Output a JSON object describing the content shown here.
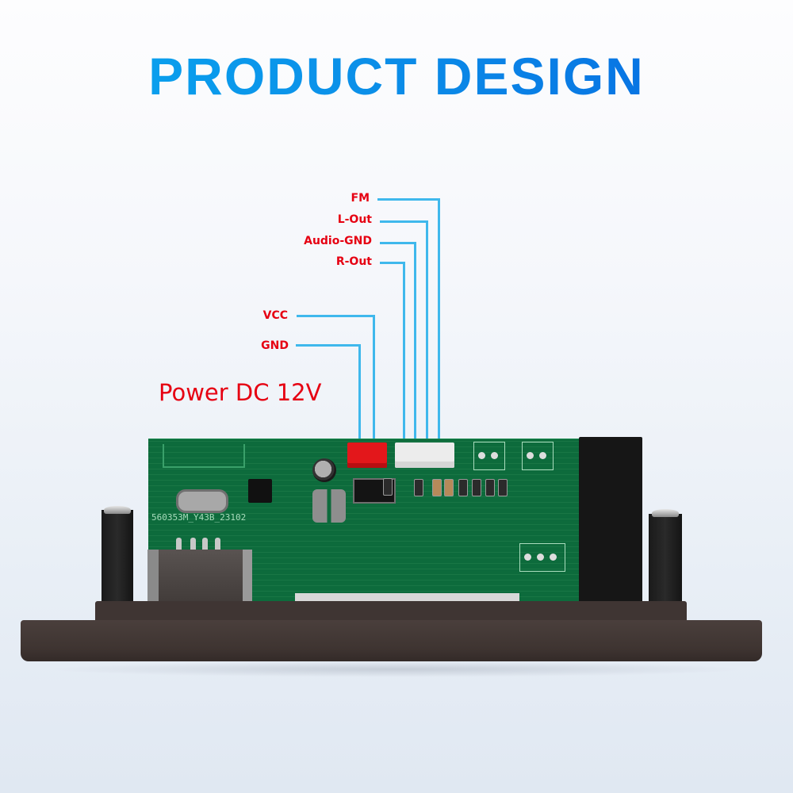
{
  "title": "PRODUCT DESIGN",
  "colors": {
    "title_gradient_start": "#0aa9f0",
    "title_gradient_end": "#0666e0",
    "label_red": "#e60012",
    "leader_line_blue": "#3fb8ec",
    "pcb_green": "#0d6b3c",
    "bezel_brown": "#3e3431",
    "background_top": "#fdfdfe",
    "background_bottom": "#e0e8f2"
  },
  "signal_connector": {
    "pins": [
      {
        "label": "FM"
      },
      {
        "label": "L-Out"
      },
      {
        "label": "Audio-GND"
      },
      {
        "label": "R-Out"
      }
    ]
  },
  "power_connector": {
    "pins": [
      {
        "label": "VCC"
      },
      {
        "label": "GND"
      }
    ],
    "caption": "Power DC 12V"
  },
  "board": {
    "silkscreen": "560353M_Y43B_23102"
  }
}
